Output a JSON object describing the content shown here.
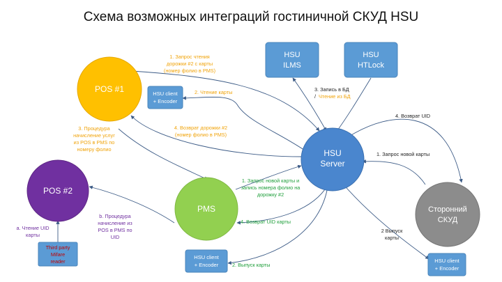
{
  "title": "Схема возможных интеграций гостиничной СКУД HSU",
  "colors": {
    "pos1": "#FFC000",
    "pos2": "#7030A0",
    "pms": "#92D050",
    "hsu_server": "#4A86CE",
    "side_scud": "#8C8C8C",
    "box_blue": "#5B9BD5",
    "reader_red": "#C00000",
    "text_orange": "#F0A30A",
    "text_green": "#1E9E3A",
    "text_purple": "#7030A0",
    "arrow": "#3C5B86"
  },
  "nodes": {
    "pos1": "POS #1",
    "pos2": "POS #2",
    "pms": "PMS",
    "hsu_server": [
      "HSU",
      "Server"
    ],
    "side_scud": [
      "Сторонний",
      "СКУД"
    ],
    "hsu_ilms": [
      "HSU",
      "ILMS"
    ],
    "hsu_htlock": [
      "HSU",
      "HTLock"
    ],
    "client_pos1": [
      "HSU client",
      "+ Encoder"
    ],
    "client_bottom": [
      "HSU client",
      "+ Encoder"
    ],
    "client_right": [
      "HSU client",
      "+ Encoder"
    ],
    "reader": [
      "Third party",
      "Mifare",
      "reader"
    ]
  },
  "labels": {
    "pos1_read_request": [
      "1. Запрос чтения",
      "дорожки #2 с карты",
      "(номер фолио в PMS)"
    ],
    "pos1_read_card": "2. Чтение карты",
    "pos1_return_track": [
      "4. Возврат дорожки #2",
      "(номер фолио в PMS)"
    ],
    "pos1_charge": [
      "3. Процедура",
      "начисление услуг",
      "из POS в PMS по",
      "номеру фолио"
    ],
    "db_write": "3. Запись в БД",
    "db_sep": "/",
    "db_read": "Чтение из БД",
    "return_uid_right": "4. Возврат UID",
    "new_card_request_right": "1. Запрос новой карты",
    "issue_card_right": [
      "2 Выпуск",
      "карты"
    ],
    "pms_new_card": [
      "1. Запрос новой карты и",
      "запись номера фолио на",
      "дорожку #2"
    ],
    "pms_return_uid": "4. Возврат UID карты",
    "pms_issue_card": "2. Выпуск карты",
    "pos2_read_uid": [
      "a. Чтение UID",
      "карты"
    ],
    "pos2_charge": [
      "b. Процедура",
      "начисление из",
      "POS в PMS по",
      "UID"
    ]
  }
}
